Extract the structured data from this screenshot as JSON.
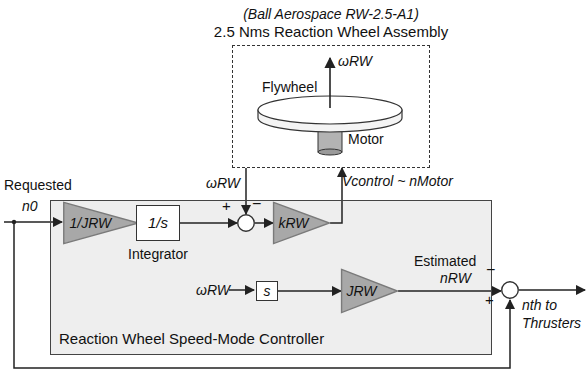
{
  "diagram": {
    "nodes": [
      {
        "text": [
          "(Ball Aerospace RW-2.5-A1)",
          "2.5 Nms Reaction Wheel Assembly"
        ]
      },
      {
        "text": [
          "Reaction Wheel Speed-Mode Controller"
        ]
      },
      {
        "text": [
          "1/JRW"
        ],
        "in": 1
      },
      {
        "text": [
          "1/s",
          "Integrator"
        ],
        "in": 1
      },
      {
        "text": [
          "+",
          "−"
        ],
        "in": 1
      },
      {
        "text": [
          "kRW"
        ],
        "in": 1
      },
      {
        "text": [
          "s"
        ],
        "in": 1
      },
      {
        "text": [
          "JRW"
        ],
        "in": 1
      },
      {
        "text": [
          "−",
          "+"
        ]
      }
    ],
    "edges": [
      {
        "from": 2,
        "to": 3,
        "arrow": "to"
      },
      {
        "from": 3,
        "to": 4,
        "arrow": "to"
      },
      {
        "from": 4,
        "to": 5,
        "arrow": "to"
      },
      {
        "from": 5,
        "to": 0,
        "arrow": "to"
      },
      {
        "from": 0,
        "to": 4,
        "arrow": "to"
      },
      {
        "from": 6,
        "to": 7,
        "arrow": "to"
      },
      {
        "from": 7,
        "to": 8,
        "arrow": "to"
      }
    ],
    "labels": [
      "Flywheel",
      "ωRW",
      "Motor",
      "Vcontrol ~ nMotor",
      "ωRW",
      "Requested",
      "n0",
      "ωRW",
      "Estimated",
      "nRW",
      "nth to Thrusters"
    ]
  }
}
